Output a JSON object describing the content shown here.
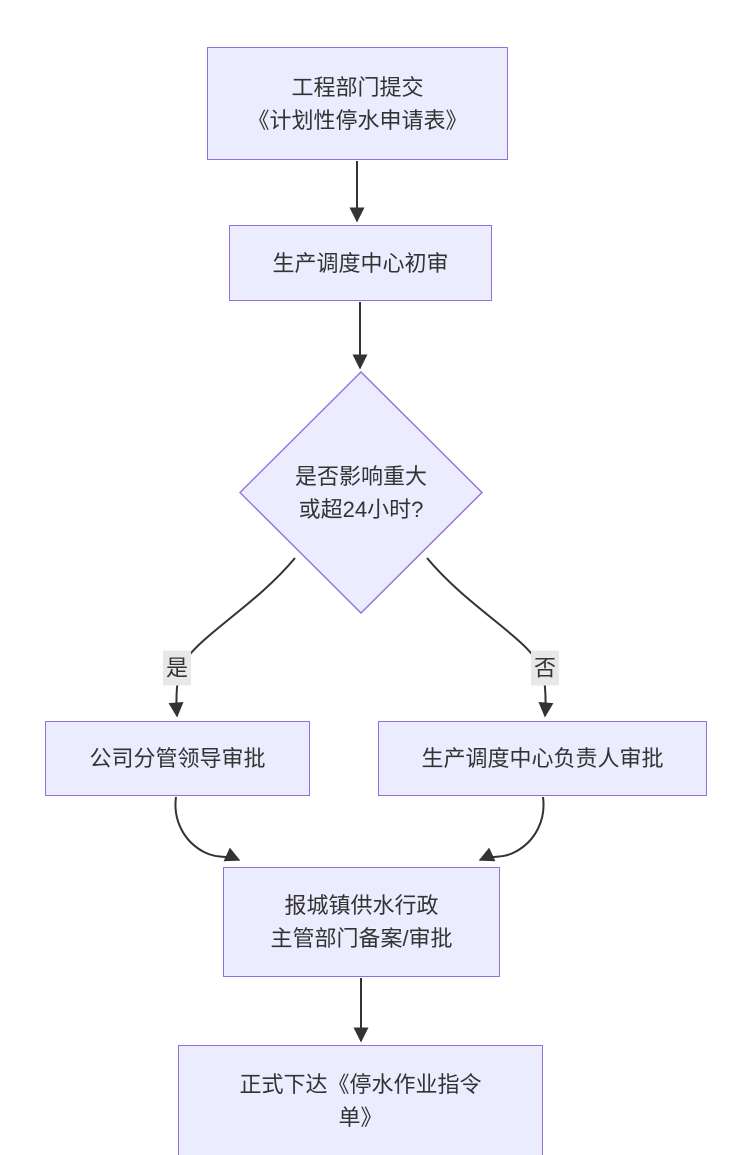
{
  "diagram": {
    "type": "flowchart",
    "direction": "top-down",
    "nodes": [
      {
        "id": "submit",
        "shape": "rect",
        "label": "工程部门提交\n《计划性停水申请表》"
      },
      {
        "id": "initial-review",
        "shape": "rect",
        "label": "生产调度中心初审"
      },
      {
        "id": "decision",
        "shape": "diamond",
        "label": "是否影响重大\n或超24小时?"
      },
      {
        "id": "leader-approval",
        "shape": "rect",
        "label": "公司分管领导审批"
      },
      {
        "id": "dispatch-head-approval",
        "shape": "rect",
        "label": "生产调度中心负责人审批"
      },
      {
        "id": "report-authority",
        "shape": "rect",
        "label": "报城镇供水行政\n主管部门备案/审批"
      },
      {
        "id": "issue-order",
        "shape": "rect",
        "label": "正式下达《停水作业指令\n单》"
      }
    ],
    "edges": [
      {
        "from": "submit",
        "to": "initial-review",
        "label": ""
      },
      {
        "from": "initial-review",
        "to": "decision",
        "label": ""
      },
      {
        "from": "decision",
        "to": "leader-approval",
        "label": "是"
      },
      {
        "from": "decision",
        "to": "dispatch-head-approval",
        "label": "否"
      },
      {
        "from": "leader-approval",
        "to": "report-authority",
        "label": ""
      },
      {
        "from": "dispatch-head-approval",
        "to": "report-authority",
        "label": ""
      },
      {
        "from": "report-authority",
        "to": "issue-order",
        "label": ""
      }
    ]
  },
  "colors": {
    "background": "#ffffff",
    "node_fill": "#ECECFF",
    "node_border": "#9370DB",
    "edge_stroke": "#333333",
    "text": "#333333",
    "edge_label_bg": "#e8e8e8"
  }
}
